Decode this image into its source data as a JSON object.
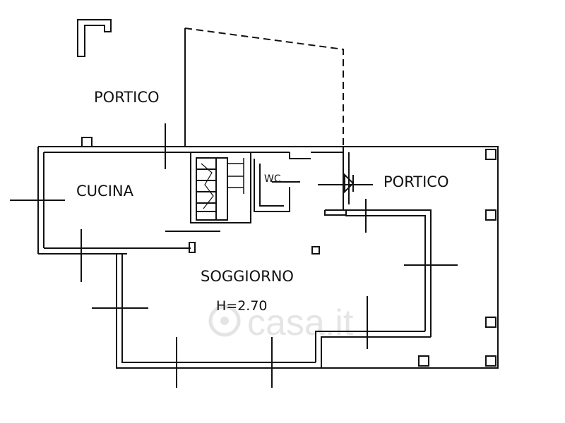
{
  "rooms": {
    "portico_top": "PORTICO",
    "cucina": "CUCINA",
    "wc": "WC",
    "portico_right": "PORTICO",
    "soggiorno": "SOGGIORNO",
    "height": "H=2.70"
  },
  "watermark": "casa.it",
  "colors": {
    "line": "#111111",
    "background": "#ffffff",
    "watermark": "#d9d9d9"
  }
}
